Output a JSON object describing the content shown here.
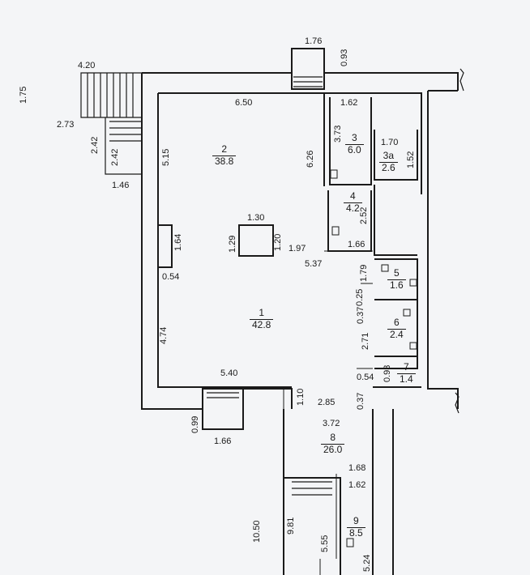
{
  "plan": {
    "rooms": [
      {
        "id": "1",
        "area": "42.8"
      },
      {
        "id": "2",
        "area": "38.8"
      },
      {
        "id": "3",
        "area": "6.0"
      },
      {
        "id": "3a",
        "area": "2.6"
      },
      {
        "id": "4",
        "area": "4.2"
      },
      {
        "id": "5",
        "area": "1.6"
      },
      {
        "id": "6",
        "area": "2.4"
      },
      {
        "id": "7",
        "area": "1.4"
      },
      {
        "id": "8",
        "area": "26.0"
      },
      {
        "id": "9",
        "area": "8.5"
      }
    ],
    "dimensions": {
      "d176": "1.76",
      "d093a": "0.93",
      "d420": "4.20",
      "d175": "1.75",
      "d273": "2.73",
      "d242a": "2.42",
      "d242b": "2.42",
      "d515": "5.15",
      "d146": "1.46",
      "d650": "6.50",
      "d162a": "1.62",
      "d373": "3.73",
      "d626": "6.26",
      "d170": "1.70",
      "d152": "1.52",
      "d252": "2.52",
      "d130": "1.30",
      "d129": "1.29",
      "d120": "1.20",
      "d197": "1.97",
      "d166a": "1.66",
      "d164": "1.64",
      "d537": "5.37",
      "d054a": "0.54",
      "d179": "1.79",
      "d025": "0.25",
      "d037a": "0.37",
      "d474": "4.74",
      "d271": "2.71",
      "d093b": "0.93",
      "d054b": "0.54",
      "d540": "5.40",
      "d037b": "0.37",
      "d110": "1.10",
      "d285": "2.85",
      "d099": "0.99",
      "d372": "3.72",
      "d166b": "1.66",
      "d168": "1.68",
      "d162b": "1.62",
      "d1050": "10.50",
      "d981": "9.81",
      "d555": "5.55",
      "d524": "5.24"
    }
  }
}
